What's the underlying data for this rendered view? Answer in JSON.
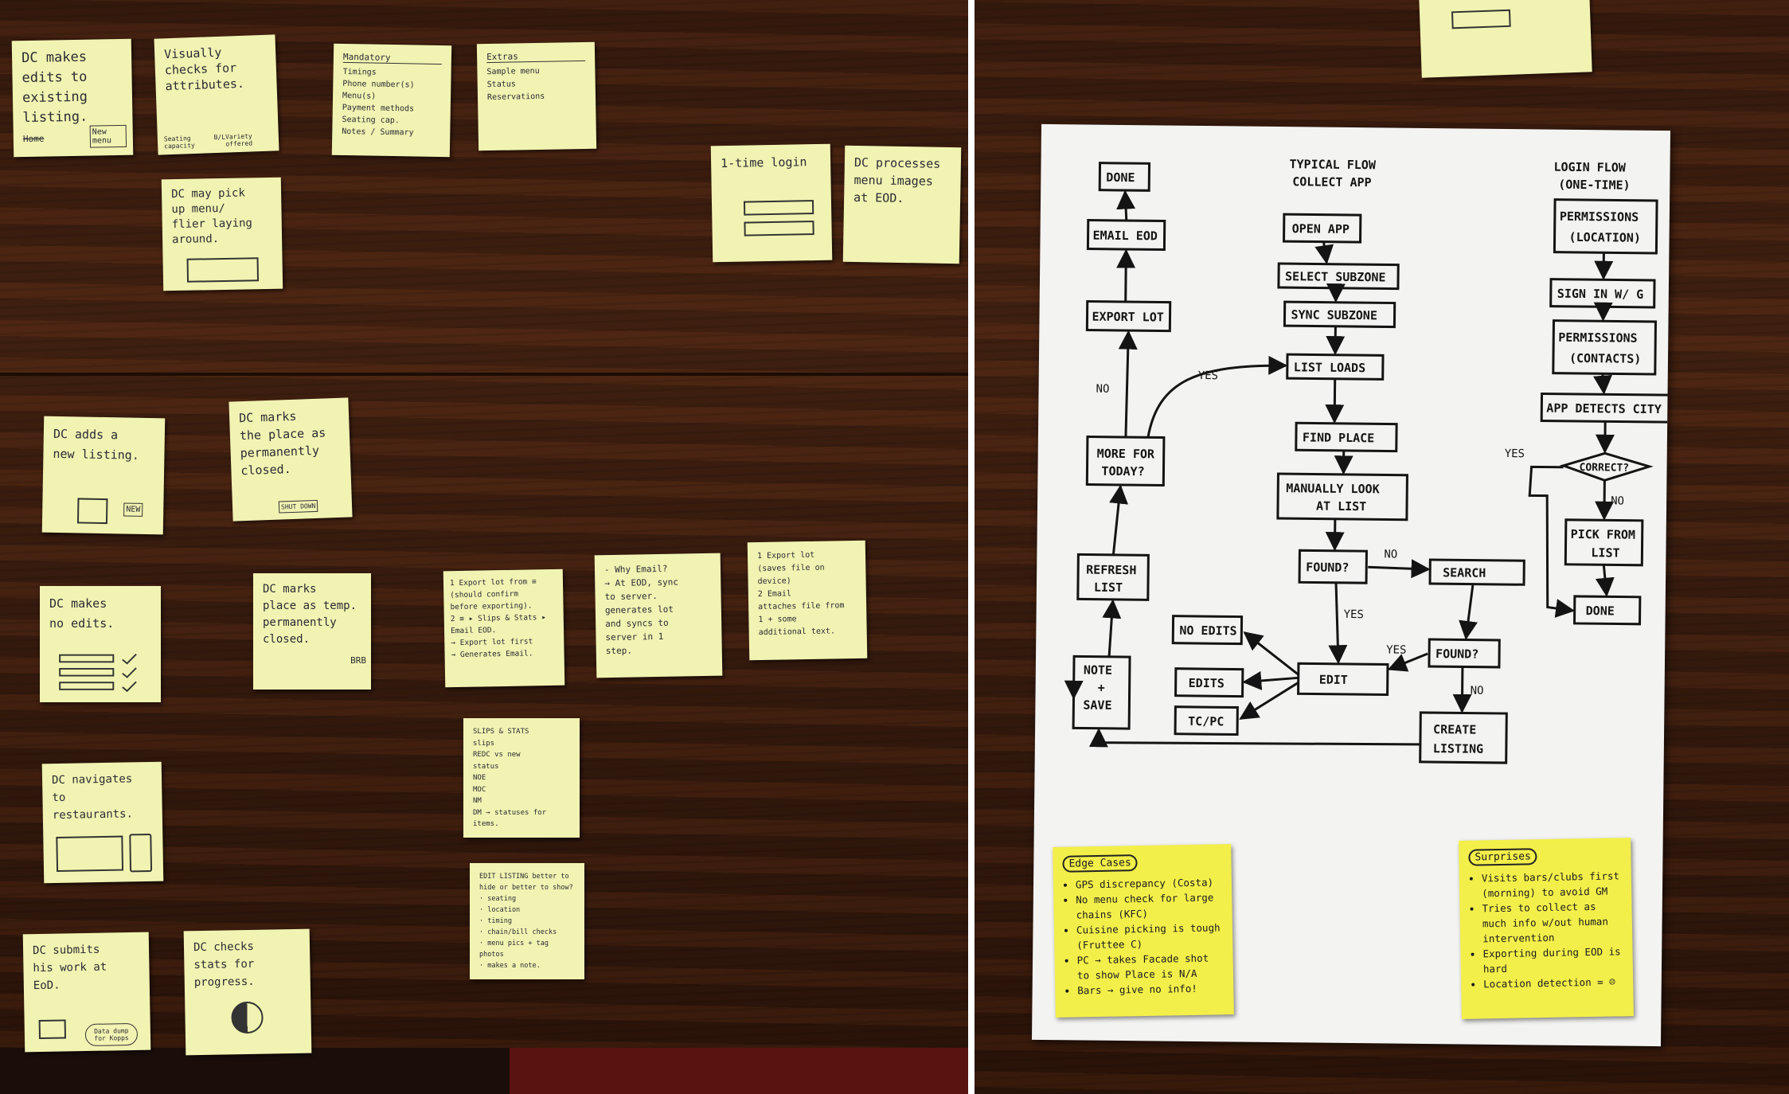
{
  "colors": {
    "sticky": "#f1f3b2",
    "bright_sticky": "#f3ef4a",
    "paper": "#f3f3f1",
    "ink": "#141414",
    "wood": "#3b1e10"
  },
  "left_notes": {
    "n1": "DC makes\nedits to\nexisting listing.",
    "n1_tag_home": "Home",
    "n1_tag_menu": "New menu",
    "n2": "Visually\nchecks for\nattributes.",
    "n2_sub": [
      "Seating capacity",
      "B/L",
      "Variety offered"
    ],
    "n3_title": "Mandatory",
    "n3_items": [
      "Timings",
      "Phone number(s)",
      "Menu(s)",
      "Payment methods",
      "Seating cap.",
      "Notes / Summary"
    ],
    "n4_title": "Extras",
    "n4_items": [
      "Sample menu",
      "Status",
      "Reservations"
    ],
    "n5": "DC may pick\nup menu/\nflier laying\naround.",
    "n6": "1-time login",
    "n7": "DC processes\nmenu images\nat EOD.",
    "n8": "DC adds a\nnew listing.",
    "n8_tag": "NEW",
    "n9": "DC marks\nthe place as\npermanently\nclosed.",
    "n9_tag": "SHUT DOWN",
    "n10": "DC makes\nno edits.",
    "n11": "DC marks\nplace as temp.\npermanently\nclosed.",
    "n11_tag": "BRB",
    "n12": "1 Export lot from ≡\n(should confirm\nbefore exporting).\n2 ≡ ▸ Slips & Stats ▸\nEmail EOD.\n→ Export lot first\n→ Generates Email.",
    "n13": "- Why Email?\n→ At EOD, sync\nto server.\ngenerates lot\nand syncs to\nserver in 1\nstep.",
    "n14": "1 Export lot\n(saves file on device)\n2 Email\nattaches file from\n1 + some\nadditional text.",
    "n15": "DC navigates\nto restaurants.",
    "n16": "SLIPS & STATS\nslips\nREDC vs new\nstatus\nNOE\nMOC\nNM\nDM  →  statuses for items.",
    "n17": "EDIT LISTING  better to hide or better to show?\n· seating\n· location\n· timing\n· chain/bill        checks\n· menu pics + tag   photos\n· makes a note.",
    "n18": "DC submits\nhis work at\nEoD.",
    "n18_tag": "Data dump for Kopps",
    "n19": "DC checks\nstats for progress."
  },
  "flowchart": {
    "typical_title": [
      "TYPICAL FLOW",
      "COLLECT APP"
    ],
    "login_title": [
      "LOGIN FLOW",
      "(ONE-TIME)"
    ],
    "typical_nodes": [
      "OPEN APP",
      "SELECT SUBZONE",
      "SYNC SUBZONE",
      "LIST LOADS",
      "FIND PLACE",
      "MANUALLY LOOK",
      "AT LIST",
      "FOUND?",
      "SEARCH",
      "FOUND?",
      "EDIT",
      "CREATE",
      "LISTING"
    ],
    "edit_options": [
      "NO EDITS",
      "EDITS",
      "TC/PC"
    ],
    "left_nodes": [
      "DONE",
      "EMAIL EOD",
      "EXPORT LOT",
      "MORE FOR",
      "TODAY?",
      "REFRESH",
      "LIST",
      "NOTE",
      "+",
      "SAVE"
    ],
    "login_nodes": [
      "PERMISSIONS",
      "(LOCATION)",
      "SIGN IN W/ G",
      "PERMISSIONS",
      "(CONTACTS)",
      "APP DETECTS CITY",
      "CORRECT?",
      "PICK FROM",
      "LIST",
      "DONE"
    ],
    "labels": {
      "yes": "YES",
      "no": "NO"
    }
  },
  "edge_cases": {
    "title": "Edge Cases",
    "items": [
      "GPS discrepancy (Costa)",
      "No menu check for large chains (KFC)",
      "Cuisine picking is tough (Fruttee C)",
      "PC → takes Facade shot to show Place is N/A",
      "Bars → give no info!"
    ]
  },
  "surprises": {
    "title": "Surprises",
    "items": [
      "Visits bars/clubs first (morning) to avoid GM",
      "Tries to collect as much info w/out human intervention",
      "Exporting during EOD is hard",
      "Location detection = ☹"
    ]
  }
}
